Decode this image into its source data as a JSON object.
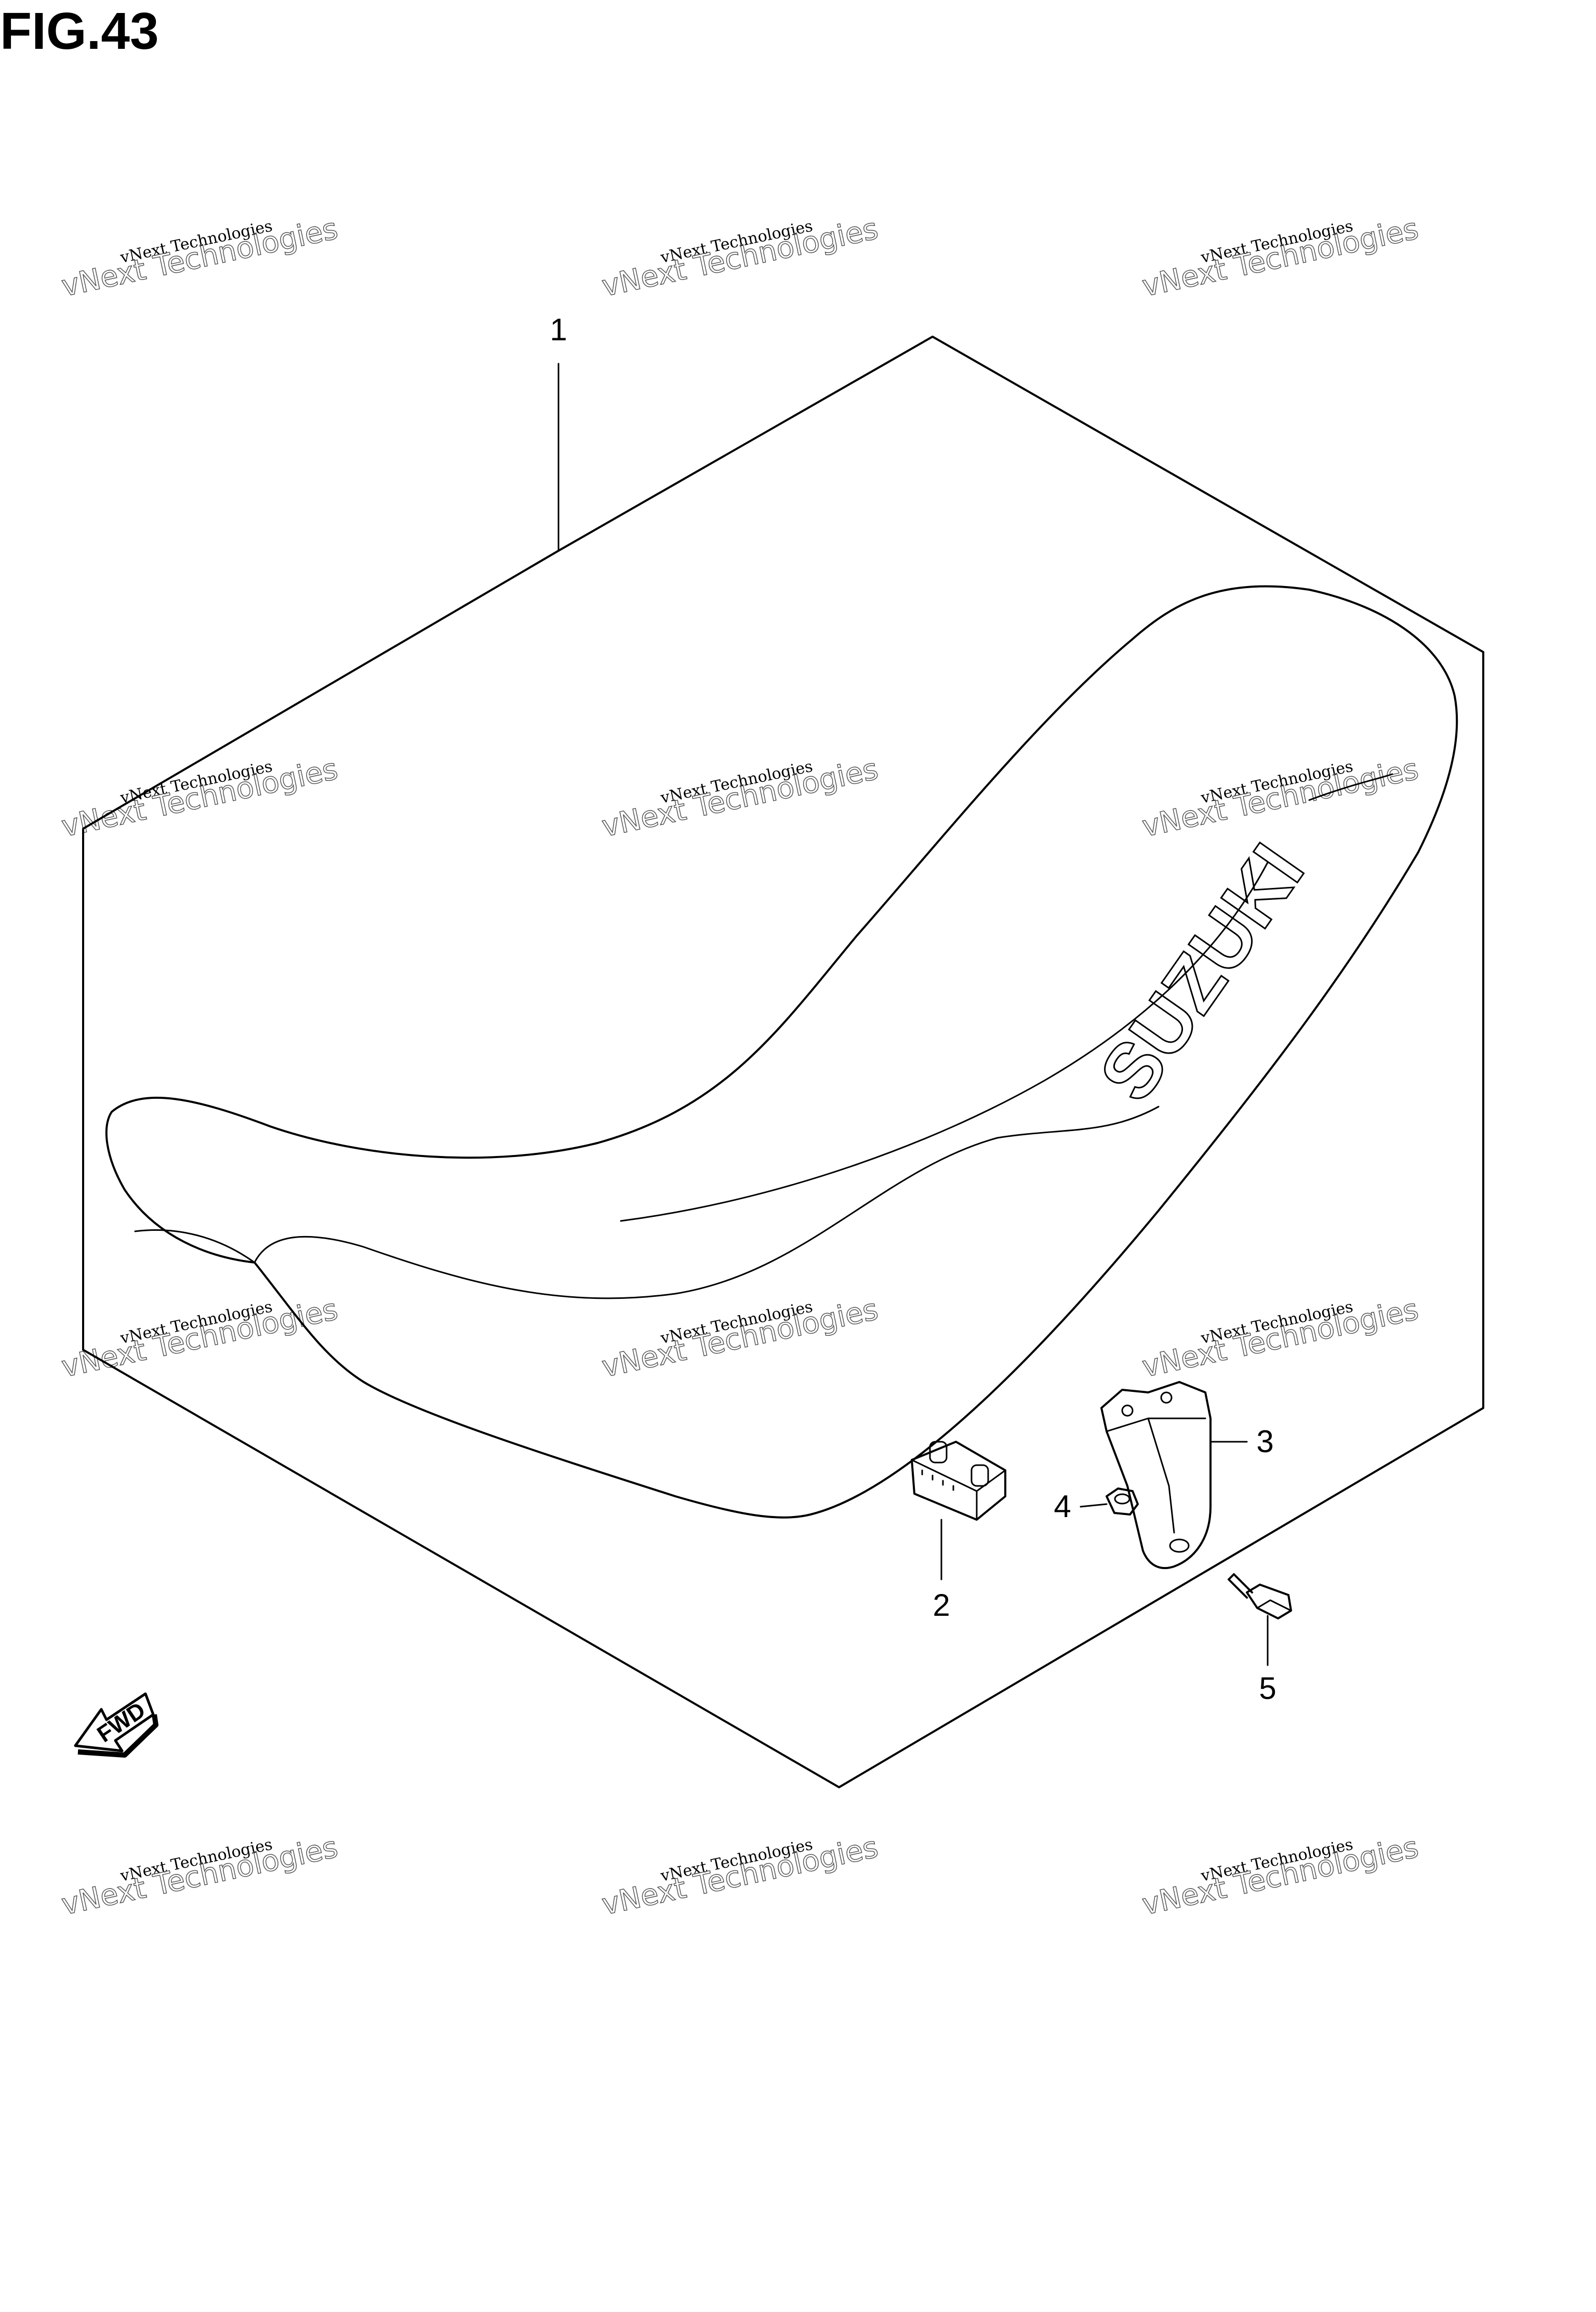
{
  "figure": {
    "title": "FIG.43"
  },
  "callouts": [
    {
      "id": "1",
      "label": "1"
    },
    {
      "id": "2",
      "label": "2"
    },
    {
      "id": "3",
      "label": "3"
    },
    {
      "id": "4",
      "label": "4"
    },
    {
      "id": "5",
      "label": "5"
    }
  ],
  "seat": {
    "brand_text": "SUZUKI"
  },
  "fwd_arrow": {
    "label": "FWD"
  },
  "watermark": {
    "line1": "vNext Technologies",
    "line2": "vNext Technologies"
  }
}
